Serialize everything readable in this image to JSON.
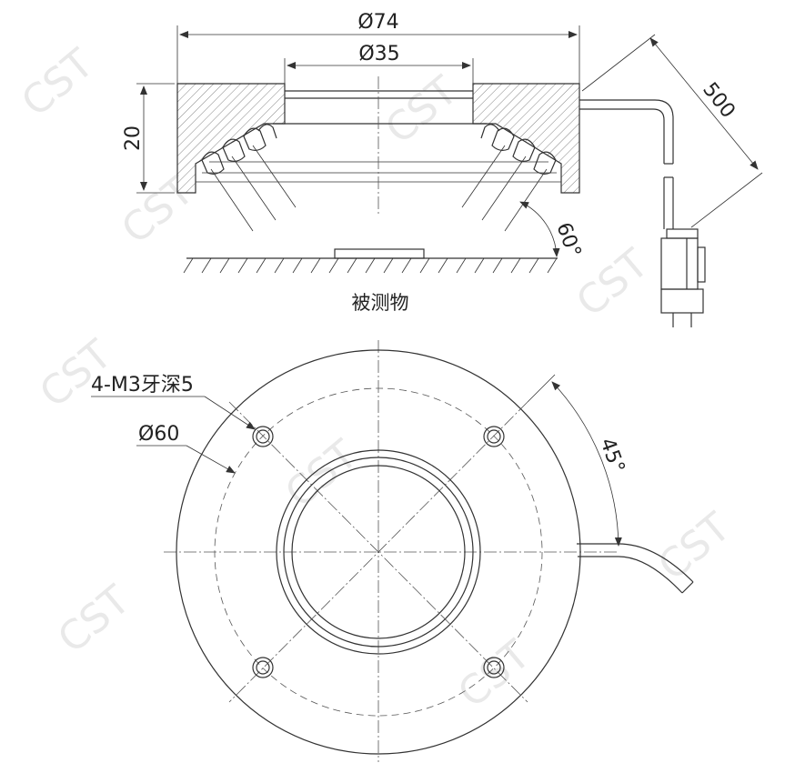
{
  "side_view": {
    "outer_diameter": "Ø74",
    "inner_diameter": "Ø35",
    "height": "20",
    "cable_length": "500",
    "angle": "60°",
    "object_label": "被测物"
  },
  "top_view": {
    "mount_holes": "4-M3牙深5",
    "bolt_circle": "Ø60",
    "hole_angle": "45°"
  },
  "watermark": "CST"
}
